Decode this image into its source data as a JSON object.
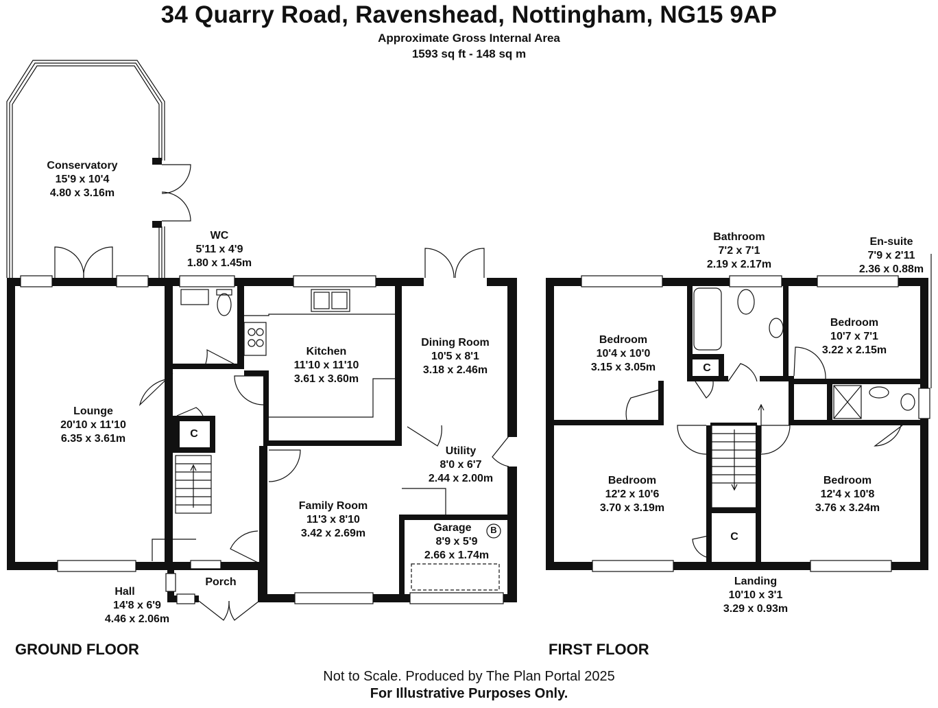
{
  "header": {
    "address": "34 Quarry Road, Ravenshead, Nottingham, NG15 9AP",
    "area_label": "Approximate Gross Internal Area",
    "area_value": "1593 sq ft - 148 sq m"
  },
  "ground_floor": {
    "label": "GROUND FLOOR",
    "rooms": {
      "conservatory": {
        "name": "Conservatory",
        "imperial": "15'9 x 10'4",
        "metric": "4.80 x 3.16m"
      },
      "wc": {
        "name": "WC",
        "imperial": "5'11 x 4'9",
        "metric": "1.80 x 1.45m"
      },
      "kitchen": {
        "name": "Kitchen",
        "imperial": "11'10 x 11'10",
        "metric": "3.61 x 3.60m"
      },
      "dining": {
        "name": "Dining Room",
        "imperial": "10'5 x 8'1",
        "metric": "3.18 x 2.46m"
      },
      "lounge": {
        "name": "Lounge",
        "imperial": "20'10 x 11'10",
        "metric": "6.35 x 3.61m"
      },
      "utility": {
        "name": "Utility",
        "imperial": "8'0 x 6'7",
        "metric": "2.44 x 2.00m"
      },
      "family": {
        "name": "Family Room",
        "imperial": "11'3 x 8'10",
        "metric": "3.42 x 2.69m"
      },
      "garage": {
        "name": "Garage",
        "imperial": "8'9 x 5'9",
        "metric": "2.66 x 1.74m"
      },
      "hall": {
        "name": "Hall",
        "imperial": "14'8 x 6'9",
        "metric": "4.46 x 2.06m"
      },
      "porch": {
        "name": "Porch"
      }
    },
    "cupboard": "C",
    "boiler": "B"
  },
  "first_floor": {
    "label": "FIRST FLOOR",
    "rooms": {
      "bathroom": {
        "name": "Bathroom",
        "imperial": "7'2 x 7'1",
        "metric": "2.19 x 2.17m"
      },
      "ensuite": {
        "name": "En-suite",
        "imperial": "7'9 x 2'11",
        "metric": "2.36 x 0.88m"
      },
      "bed1": {
        "name": "Bedroom",
        "imperial": "10'4 x 10'0",
        "metric": "3.15 x 3.05m"
      },
      "bed2": {
        "name": "Bedroom",
        "imperial": "10'7 x 7'1",
        "metric": "3.22 x 2.15m"
      },
      "bed3": {
        "name": "Bedroom",
        "imperial": "12'2 x 10'6",
        "metric": "3.70 x 3.19m"
      },
      "bed4": {
        "name": "Bedroom",
        "imperial": "12'4 x 10'8",
        "metric": "3.76 x 3.24m"
      },
      "landing": {
        "name": "Landing",
        "imperial": "10'10 x 3'1",
        "metric": "3.29 x 0.93m"
      }
    },
    "cupboard": "C"
  },
  "footer": {
    "line1": "Not to Scale. Produced by The Plan Portal 2025",
    "line2": "For Illustrative Purposes Only."
  }
}
